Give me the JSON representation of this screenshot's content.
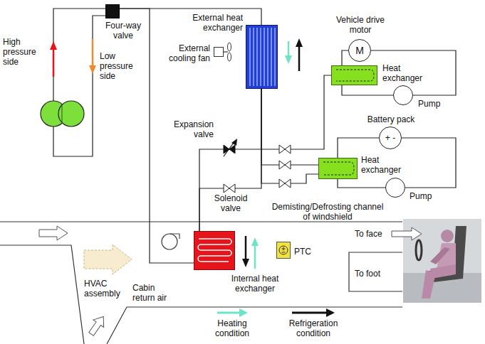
{
  "diagram": {
    "nodes": [
      {
        "text": [
          "Four-way valve"
        ]
      },
      {
        "text": [
          "External heat exchanger"
        ]
      },
      {
        "text": [
          "External cooling fan"
        ]
      },
      {
        "text": [
          "Vehicle drive motor",
          "M"
        ]
      },
      {
        "text": [
          "Heat exchanger"
        ]
      },
      {
        "text": [
          "Pump"
        ]
      },
      {
        "text": [
          "Battery pack",
          "+ -"
        ]
      },
      {
        "text": [
          "Heat exchanger"
        ]
      },
      {
        "text": [
          "Pump"
        ]
      },
      {
        "text": [
          "Internal heat exchanger"
        ]
      },
      {
        "text": [
          "PTC"
        ]
      }
    ],
    "edges": [
      {
        "from": 0,
        "to": 1,
        "arrow": "none"
      },
      {
        "from": 0,
        "to": 9,
        "arrow": "none"
      },
      {
        "from": 1,
        "to": 9,
        "arrow": "none"
      },
      {
        "from": 1,
        "to": 9,
        "arrow": "none"
      },
      {
        "from": 1,
        "to": 4,
        "arrow": "none"
      },
      {
        "from": 1,
        "to": 7,
        "arrow": "none"
      },
      {
        "from": 1,
        "to": 7,
        "arrow": "none"
      },
      {
        "from": 3,
        "to": 4,
        "arrow": "none"
      },
      {
        "from": 3,
        "to": 5,
        "arrow": "none"
      },
      {
        "from": 5,
        "to": 4,
        "arrow": "none"
      },
      {
        "from": 6,
        "to": 7,
        "arrow": "none"
      },
      {
        "from": 6,
        "to": 8,
        "arrow": "none"
      },
      {
        "from": 8,
        "to": 7,
        "arrow": "none"
      }
    ],
    "labels": [
      "High pressure side",
      "Low pressure side",
      "Expansion valve",
      "Solenoid valve",
      "Demisting/Defrosting channel of windshield",
      "HVAC assembly",
      "Cabin return air",
      "To face",
      "To foot"
    ],
    "legend": [
      {
        "text": "Heating condition"
      },
      {
        "text": "Refrigeration condition"
      }
    ]
  }
}
